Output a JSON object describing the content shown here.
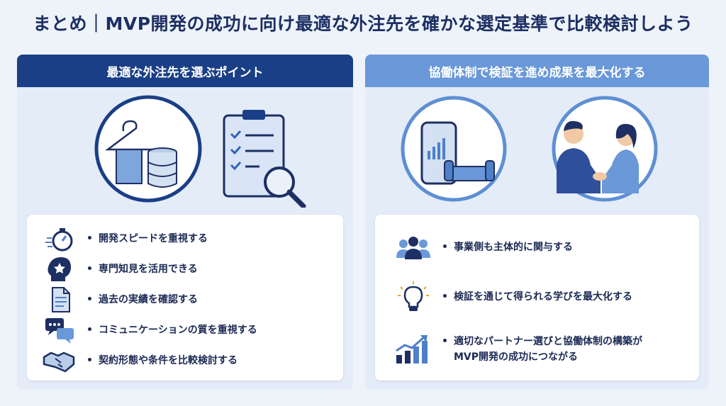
{
  "title": "まとめ｜MVP開発の成功に向け最適な外注先を確かな選定基準で比較検討しよう",
  "colors": {
    "navy": "#1a3f86",
    "lightblue": "#6a98d8",
    "accent": "#4f7fc7",
    "bg": "#eef3fa"
  },
  "left": {
    "heading": "最適な外注先を選ぶポイント",
    "items": [
      {
        "icon": "stopwatch-icon",
        "label": "開発スピードを重視する"
      },
      {
        "icon": "expert-head-icon",
        "label": "専門知見を活用できる"
      },
      {
        "icon": "document-icon",
        "label": "過去の実績を確認する"
      },
      {
        "icon": "chat-bubbles-icon",
        "label": "コミュニケーションの質を重視する"
      },
      {
        "icon": "handshake-icon",
        "label": "契約形態や条件を比較検討する"
      }
    ]
  },
  "right": {
    "heading": "協働体制で検証を進め成果を最大化する",
    "items": [
      {
        "icon": "team-icon",
        "label": "事業側も主体的に関与する"
      },
      {
        "icon": "lightbulb-icon",
        "label": "検証を通じて得られる学びを最大化する"
      },
      {
        "icon": "growth-chart-icon",
        "label_line1": "適切なパートナー選びと協働体制の構築が",
        "label_line2": "MVP開発の成功につながる"
      }
    ]
  }
}
